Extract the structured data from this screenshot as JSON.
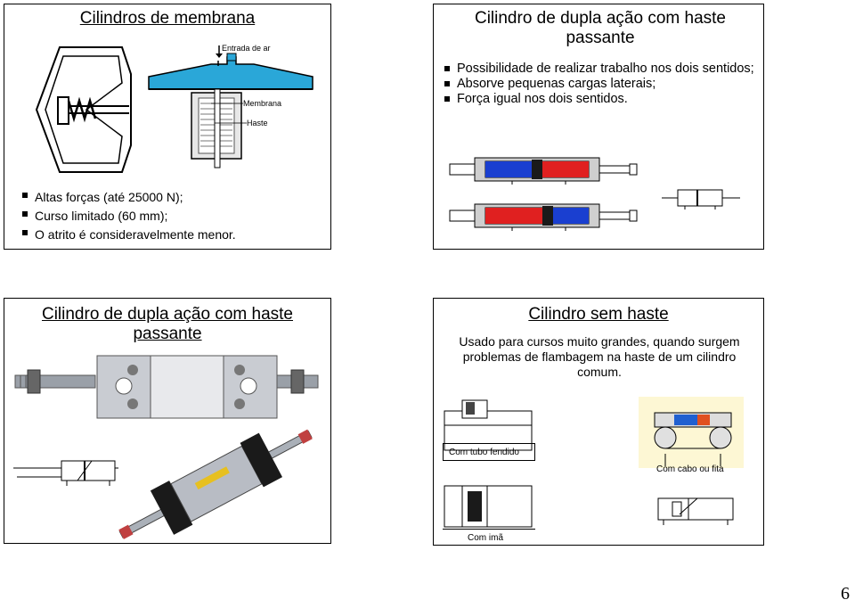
{
  "slide1": {
    "title": "Cilindros de membrana",
    "labels": {
      "air_inlet": "Entrada de ar",
      "membrane": "Membrana",
      "rod": "Haste"
    },
    "bullets": [
      "Altas forças (até 25000 N);",
      "Curso limitado (60 mm);",
      "O atrito é consideravelmente menor."
    ]
  },
  "slide2": {
    "title": "Cilindro de dupla ação com haste passante",
    "bullets": [
      "Possibilidade de realizar trabalho nos dois sentidos;",
      "Absorve pequenas cargas laterais;",
      "Força igual nos dois sentidos."
    ]
  },
  "slide3": {
    "title": "Cilindro de dupla ação com haste passante"
  },
  "slide4": {
    "title": "Cilindro sem haste",
    "description": "Usado para cursos muito grandes, quando surgem problemas de flambagem na haste de um cilindro comum.",
    "captions": {
      "slotted_tube": "Com tubo fendido",
      "cable": "Com cabo ou fita",
      "magnet": "Com imã"
    }
  },
  "page_number": "6",
  "colors": {
    "air_chamber": "#2aa7d8",
    "pressure_red": "#e02020",
    "pressure_blue": "#1a3fd0",
    "tube_gray": "#b8bcc4",
    "body_black": "#1a1a1a"
  }
}
